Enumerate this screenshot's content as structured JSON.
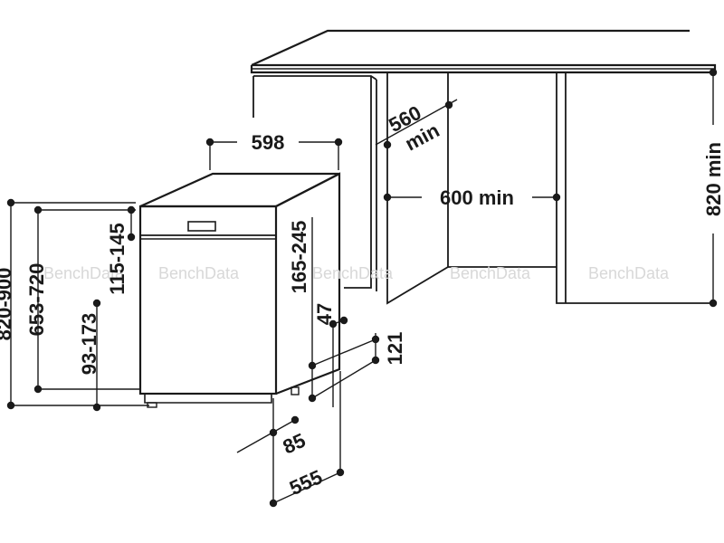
{
  "watermark": "BenchData",
  "colors": {
    "line": "#1a1a1a",
    "background": "#ffffff",
    "watermark": "#d8d8d8"
  },
  "dimensions": {
    "width": "598",
    "depth_min": "560 min",
    "depth_min_value": "560",
    "depth_min_unit": "min",
    "niche_width": "600 min",
    "niche_height": "820 min",
    "total_height": "820-900",
    "height_range": "653-720",
    "plinth_range": "93-173",
    "panel_range": "115-145",
    "door_range": "165-245",
    "offset_47": "47",
    "offset_121": "121",
    "offset_85": "85",
    "depth_555": "555"
  }
}
